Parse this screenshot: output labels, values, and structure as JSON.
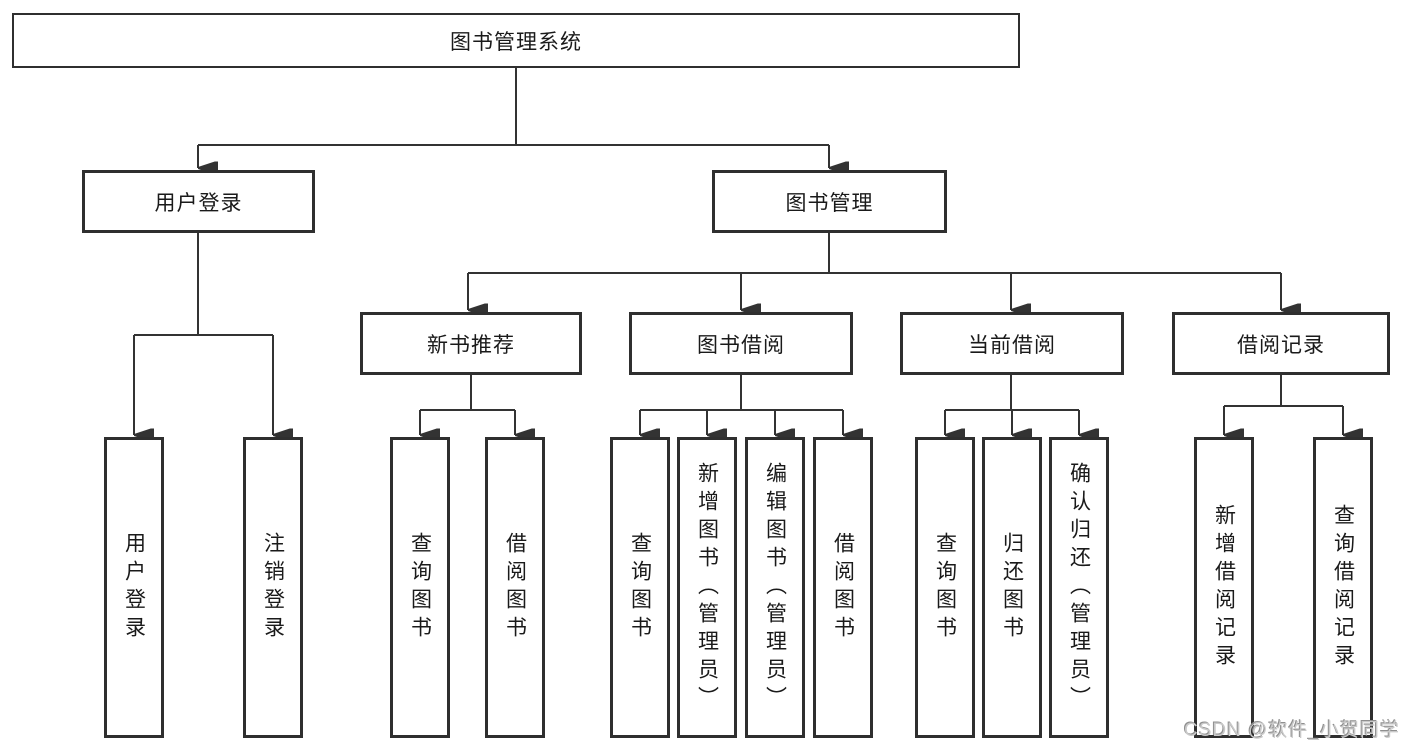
{
  "diagram": {
    "title": "图书管理系统",
    "colors": {
      "line": "#333333",
      "box_border": "#2f2f2f",
      "text": "#1a1a1a",
      "watermark": "#c9c9c9",
      "background": "#ffffff"
    }
  },
  "nodes": {
    "root": {
      "label": "图书管理系统"
    },
    "user_login": {
      "label": "用户登录"
    },
    "book_mgmt": {
      "label": "图书管理"
    },
    "new_book_rec": {
      "label": "新书推荐"
    },
    "book_borrowing": {
      "label": "图书借阅"
    },
    "current_borrowing": {
      "label": "当前借阅"
    },
    "borrowing_records": {
      "label": "借阅记录"
    },
    "leaves": {
      "login_user_login": {
        "label": "用户登录"
      },
      "login_logout": {
        "label": "注销登录"
      },
      "newbook_query": {
        "label": "查询图书"
      },
      "newbook_borrow": {
        "label": "借阅图书"
      },
      "borrowing_query": {
        "label": "查询图书"
      },
      "borrowing_add": {
        "label": "新增图书（管理员）"
      },
      "borrowing_edit": {
        "label": "编辑图书（管理员）"
      },
      "borrowing_borrow": {
        "label": "借阅图书"
      },
      "current_query": {
        "label": "查询图书"
      },
      "current_return": {
        "label": "归还图书"
      },
      "current_confirm": {
        "label": "确认归还（管理员）"
      },
      "records_add": {
        "label": "新增借阅记录"
      },
      "records_query": {
        "label": "查询借阅记录"
      }
    }
  },
  "watermark": {
    "text": "CSDN @软件_小贺同学"
  }
}
